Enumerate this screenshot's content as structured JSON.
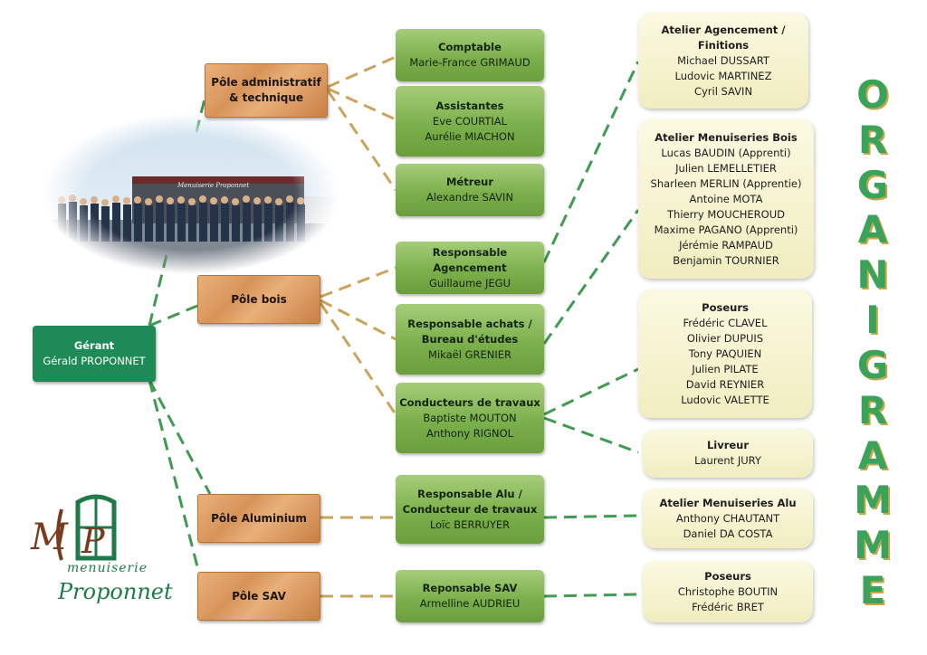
{
  "title_letters": [
    "O",
    "R",
    "G",
    "A",
    "N",
    "I",
    "G",
    "R",
    "A",
    "M",
    "M",
    "E"
  ],
  "logo": {
    "line1": "menuiserie",
    "line2": "Proponnet"
  },
  "root": {
    "title": "Gérant",
    "name": "Gérald PROPONNET"
  },
  "poles": [
    {
      "lines": [
        "Pôle administratif",
        "& technique"
      ]
    },
    {
      "lines": [
        "Pôle bois"
      ]
    },
    {
      "lines": [
        "Pôle Aluminium"
      ]
    },
    {
      "lines": [
        "Pôle SAV"
      ]
    }
  ],
  "mid": [
    {
      "title": [
        "Comptable"
      ],
      "names": [
        "Marie-France GRIMAUD"
      ]
    },
    {
      "title": [
        "Assistantes"
      ],
      "names": [
        "Eve COURTIAL",
        "Aurélie MIACHON"
      ]
    },
    {
      "title": [
        "Métreur"
      ],
      "names": [
        "Alexandre SAVIN"
      ]
    },
    {
      "title": [
        "Responsable Agencement"
      ],
      "names": [
        "Guillaume JEGU"
      ]
    },
    {
      "title": [
        "Responsable achats /",
        "Bureau d'études"
      ],
      "names": [
        "Mikaël GRENIER"
      ]
    },
    {
      "title": [
        "Conducteurs de travaux"
      ],
      "names": [
        "Baptiste MOUTON",
        "Anthony RIGNOL"
      ]
    },
    {
      "title": [
        "Responsable Alu /",
        "Conducteur de travaux"
      ],
      "names": [
        "Loïc BERRUYER"
      ]
    },
    {
      "title": [
        "Reponsable SAV"
      ],
      "names": [
        "Armelline AUDRIEU"
      ]
    }
  ],
  "teams": [
    {
      "title": [
        "Atelier Agencement /",
        "Finitions"
      ],
      "names": [
        "Michael DUSSART",
        "Ludovic MARTINEZ",
        "Cyril SAVIN"
      ]
    },
    {
      "title": [
        "Atelier Menuiseries Bois"
      ],
      "names": [
        "Lucas BAUDIN (Apprenti)",
        "Julien LEMELLETIER",
        "Sharleen MERLIN (Apprentie)",
        "Antoine MOTA",
        "Thierry MOUCHEROUD",
        "Maxime PAGANO (Apprenti)",
        "Jérémie RAMPAUD",
        "Benjamin TOURNIER"
      ]
    },
    {
      "title": [
        "Poseurs"
      ],
      "names": [
        "Frédéric CLAVEL",
        "Olivier DUPUIS",
        "Tony PAQUIEN",
        "Julien PILATE",
        "David REYNIER",
        "Ludovic VALETTE"
      ]
    },
    {
      "title": [
        "Livreur"
      ],
      "names": [
        "Laurent JURY"
      ]
    },
    {
      "title": [
        "Atelier Menuiseries Alu"
      ],
      "names": [
        "Anthony CHAUTANT",
        "Daniel DA COSTA"
      ]
    },
    {
      "title": [
        "Poseurs"
      ],
      "names": [
        "Christophe BOUTIN",
        "Frédéric BRET"
      ]
    }
  ],
  "photo_sign": "Menuiserie Proponnet",
  "colors": {
    "green_line": "#3f9b4f",
    "tan_line": "#c9a45a",
    "root_bg": "#1e8a57",
    "title": "#3aa35a"
  }
}
